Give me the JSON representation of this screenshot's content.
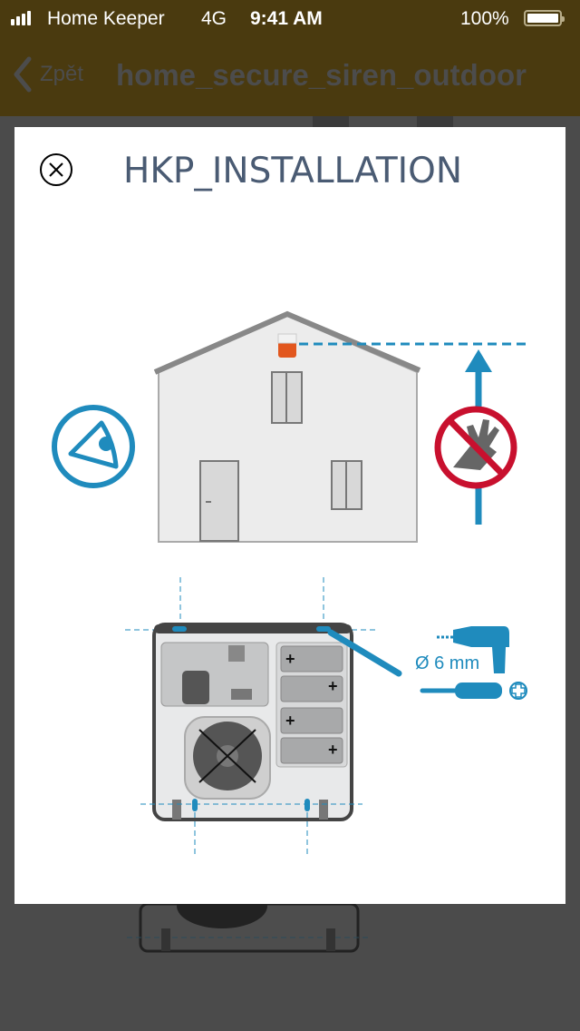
{
  "status_bar": {
    "carrier": "Home Keeper",
    "network": "4G",
    "time": "9:41 AM",
    "battery": "100%"
  },
  "nav": {
    "back_label": "Zpět",
    "title": "home_secure_siren_outdoor"
  },
  "modal": {
    "title": "HKP_INSTALLATION",
    "drill_diameter": "Ø 6 mm"
  },
  "colors": {
    "accent": "#1f8bbd",
    "nav_bg": "#4a3a0f",
    "prohibit": "#c8102e"
  }
}
